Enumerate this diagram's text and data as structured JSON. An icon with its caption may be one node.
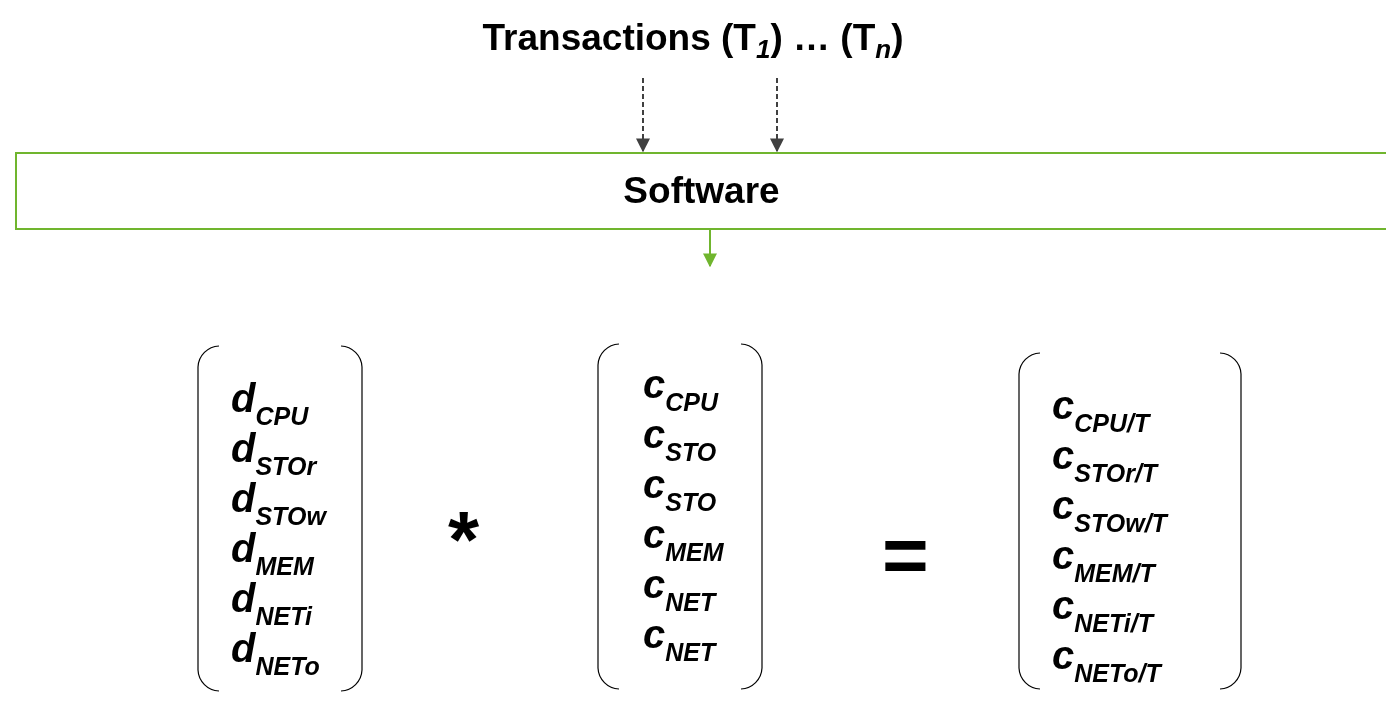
{
  "diagram": {
    "nodes": [
      {
        "text": [
          "Transactions (T$_{1}$) … (T$_{n}$)"
        ]
      },
      {
        "text": [
          "Software"
        ]
      },
      {
        "text": [
          "d$_{CPU}$",
          "d$_{STOr}$",
          "d$_{STOw}$",
          "d$_{MEM}$",
          "d$_{NETi}$",
          "d$_{NETo}$"
        ]
      },
      {
        "text": [
          "c$_{CPU}$",
          "c$_{STO}$",
          "c$_{STO}$",
          "c$_{MEM}$",
          "c$_{NET}$",
          "c$_{NET}$"
        ]
      },
      {
        "text": [
          "c$_{CPU/T}$",
          "c$_{STOr/T}$",
          "c$_{STOw/T}$",
          "c$_{MEM/T}$",
          "c$_{NETi/T}$",
          "c$_{NETo/T}$"
        ]
      }
    ],
    "edges": [
      {
        "from": 0,
        "to": 1,
        "arrow": "to",
        "style": "dashed"
      },
      {
        "from": 0,
        "to": 1,
        "arrow": "to",
        "style": "dashed"
      },
      {
        "from": 1,
        "to": null,
        "arrow": "to",
        "color": "#70b52e"
      }
    ],
    "labels": [
      "*",
      "="
    ]
  }
}
